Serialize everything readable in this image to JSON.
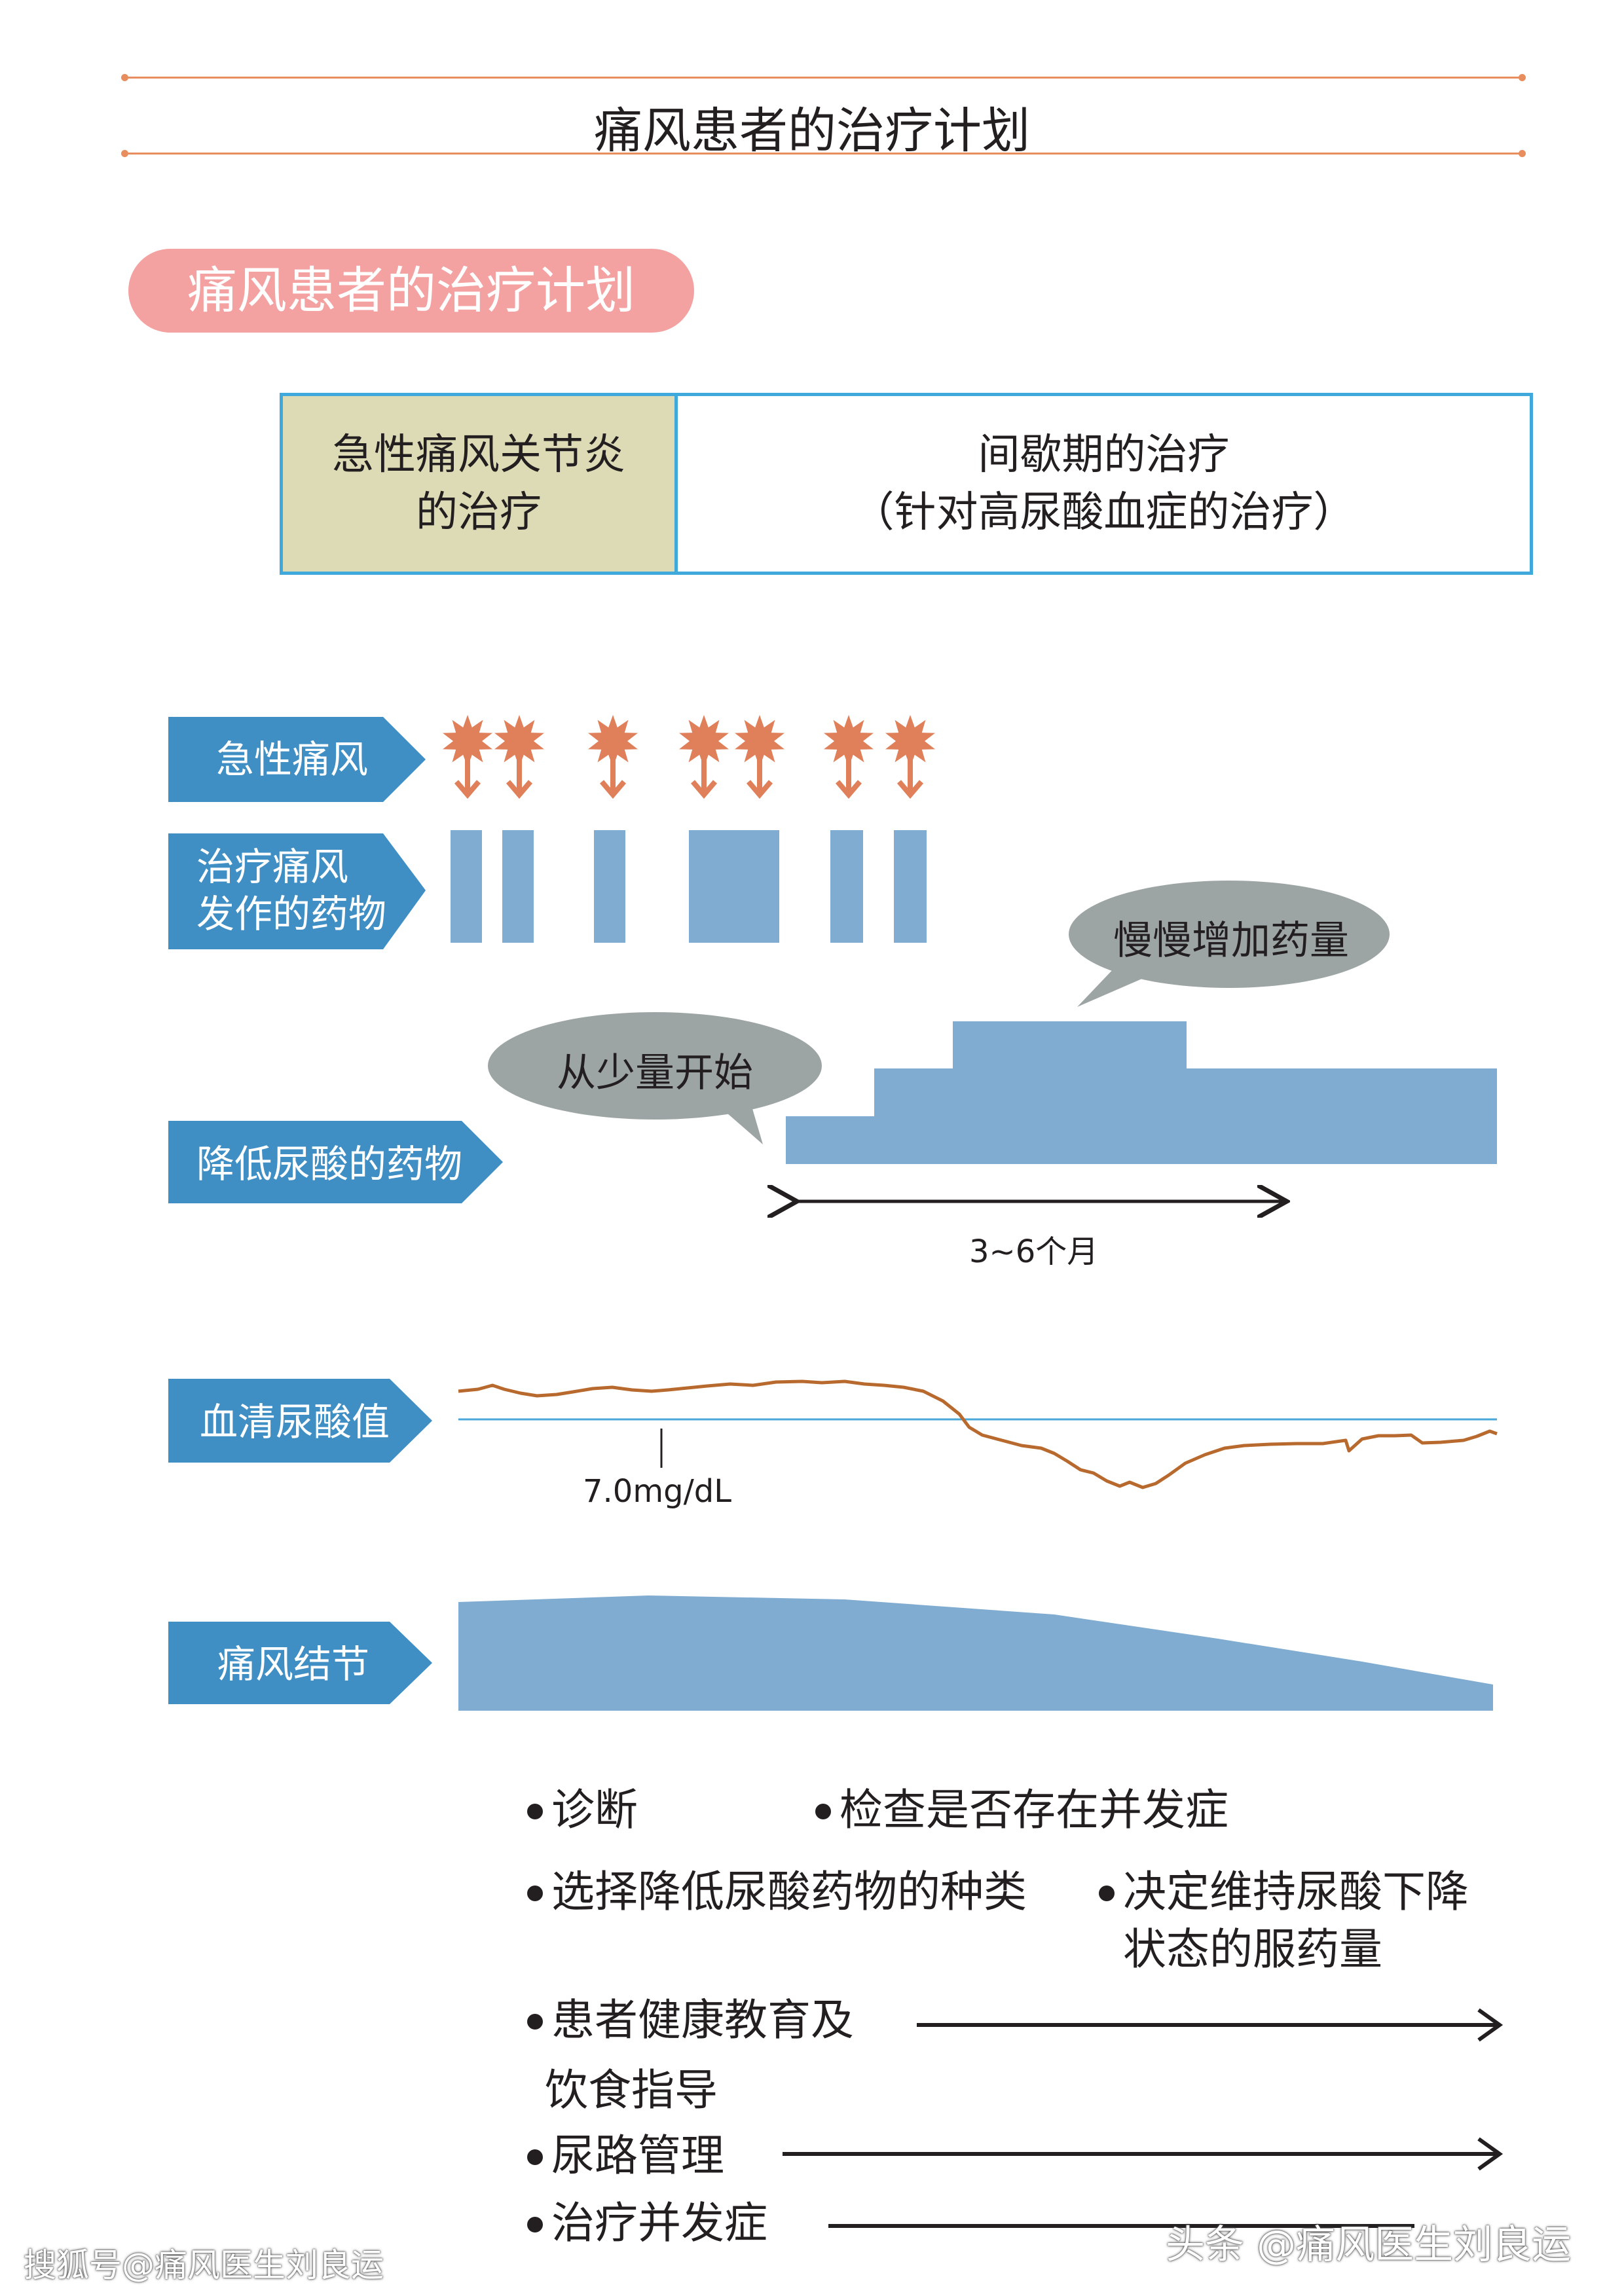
{
  "page_title": "痛风患者的治疗计划",
  "section_pill": "痛风患者的治疗计划",
  "phases": {
    "acute_line1": "急性痛风关节炎",
    "acute_line2": "的治疗",
    "interval_line1": "间歇期的治疗",
    "interval_line2": "（针对高尿酸血症的治疗）"
  },
  "rows": {
    "acute_gout": "急性痛风",
    "attack_drug_line1": "治疗痛风",
    "attack_drug_line2": "发作的药物",
    "urate_lowering": "降低尿酸的药物",
    "serum_urate": "血清尿酸值",
    "tophus": "痛风结节"
  },
  "callouts": {
    "start_small": "从少量开始",
    "increase_slowly": "慢慢增加药量"
  },
  "duration_label": "3~6个月",
  "threshold_label": "7.0mg/dL",
  "tasks": {
    "diagnosis": "诊断",
    "complications_check": "检查是否存在并发症",
    "choose_drug": "选择降低尿酸药物的种类",
    "maintenance_line1": "决定维持尿酸下降",
    "maintenance_line2": "状态的服药量",
    "education_line1": "患者健康教育及",
    "education_line2": "饮食指导",
    "urinary": "尿路管理",
    "treat_complications": "治疗并发症"
  },
  "watermarks": {
    "left": "搜狐号@痛风医生刘良运",
    "right": "头条 @痛风医生刘良运"
  },
  "colors": {
    "accent_orange": "#e88d5d",
    "arrow_blue": "#3f8ec4",
    "bar_blue": "#80acd1",
    "pill_pink": "#f4a1a1",
    "acute_bg": "#dcdbb6",
    "callout_gray": "#9da4a4",
    "flare_orange": "#e0805a",
    "urate_curve": "#b86a2e",
    "threshold_line": "#4aa8d8"
  },
  "icons": [
    "flare-icon",
    "down-arrow-icon",
    "bullet-dot-icon",
    "right-arrow-icon"
  ]
}
